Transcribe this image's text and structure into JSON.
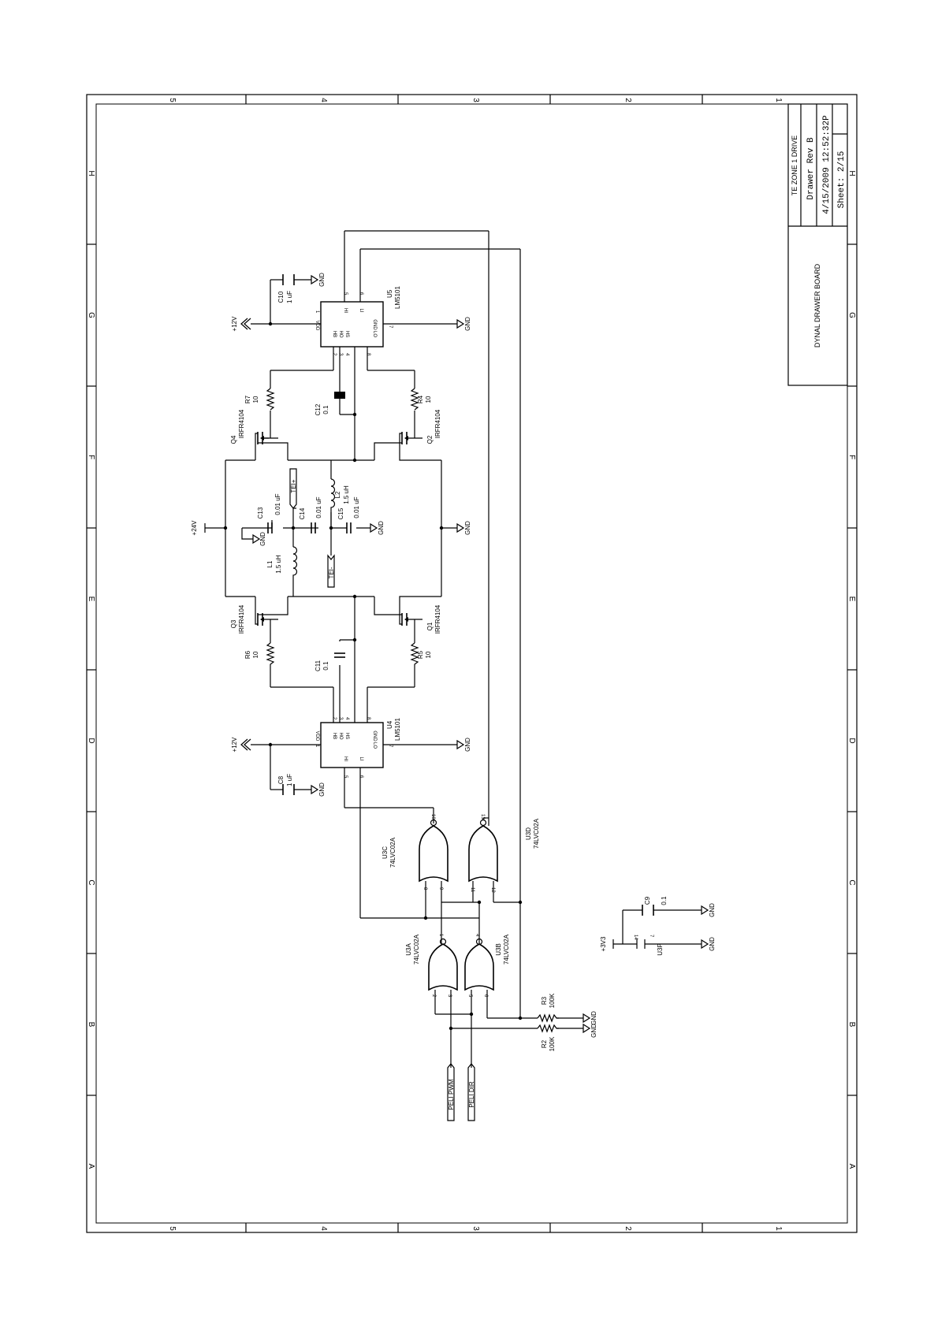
{
  "frame": {
    "col_labels": [
      "5",
      "4",
      "3",
      "2",
      "1"
    ],
    "row_labels": [
      "H",
      "G",
      "F",
      "E",
      "D",
      "C",
      "B",
      "A"
    ]
  },
  "title_block": {
    "project": "TE ZONE 1 DRIVE",
    "board": "DYNAL DRAWER BOARD",
    "drawer_rev": "Drawer Rev B",
    "date": "4/15/2009 12:52:32P",
    "sheet": "Sheet: 2/15"
  },
  "nets": {
    "v12": "+12V",
    "v24": "+24V",
    "v3v3": "+3V3",
    "gnd": "GND",
    "tei_plus": "TEI+",
    "tei_minus": "TEI-",
    "pwm": "PELI PWM",
    "dir": "PELI DIR"
  },
  "parts": {
    "u4": {
      "ref": "U4",
      "value": "LM5101"
    },
    "u5": {
      "ref": "U5",
      "value": "LM5101"
    },
    "u3a": {
      "ref": "U3A",
      "value": "74LVC02A"
    },
    "u3b": {
      "ref": "U3B",
      "value": "74LVC02A"
    },
    "u3c": {
      "ref": "U3C",
      "value": "74LVC02A"
    },
    "u3d": {
      "ref": "U3D",
      "value": "74LVC02A"
    },
    "u3p": {
      "ref": "U3P"
    },
    "q1": {
      "ref": "Q1",
      "value": "IRFR4104"
    },
    "q2": {
      "ref": "Q2",
      "value": "IRFR4104"
    },
    "q3": {
      "ref": "Q3",
      "value": "IRFR4104"
    },
    "q4": {
      "ref": "Q4",
      "value": "IRFR4104"
    },
    "r2": {
      "ref": "R2",
      "value": "100K"
    },
    "r3": {
      "ref": "R3",
      "value": "100K"
    },
    "r4": {
      "ref": "R4",
      "value": "10"
    },
    "r5": {
      "ref": "R5",
      "value": "10"
    },
    "r6": {
      "ref": "R6",
      "value": "10"
    },
    "r7": {
      "ref": "R7",
      "value": "10"
    },
    "c8": {
      "ref": "C8",
      "value": "1 uF"
    },
    "c9": {
      "ref": "C9",
      "value": "0.1"
    },
    "c10": {
      "ref": "C10",
      "value": "1 uF"
    },
    "c11": {
      "ref": "C11",
      "value": "0.1"
    },
    "c12": {
      "ref": "C12",
      "value": "0.1"
    },
    "c13": {
      "ref": "C13",
      "value": "0.01 uF"
    },
    "c14": {
      "ref": "C14",
      "value": "0.01 uF"
    },
    "c15": {
      "ref": "C15",
      "value": "0.01 uF"
    },
    "l1": {
      "ref": "L1",
      "value": "1.5 uH"
    },
    "l2": {
      "ref": "L2",
      "value": "1.5 uH"
    }
  },
  "driver_pins": {
    "vdd": "VDD",
    "hb": "HB",
    "ho": "HO",
    "hs": "HS",
    "hi": "HI",
    "li": "LI",
    "gnd": "GND",
    "lo": "LO"
  },
  "pin_numbers": {
    "u4": [
      "1",
      "2",
      "3",
      "4",
      "5",
      "6",
      "7",
      "8"
    ],
    "u5": [
      "1",
      "2",
      "3",
      "4",
      "5",
      "6",
      "7",
      "8"
    ],
    "u3a": [
      "1",
      "2",
      "3"
    ],
    "u3b": [
      "4",
      "5",
      "6"
    ],
    "u3c": [
      "10",
      "8",
      "9"
    ],
    "u3d": [
      "13",
      "11",
      "12"
    ],
    "u3p": [
      "14",
      "7"
    ]
  }
}
